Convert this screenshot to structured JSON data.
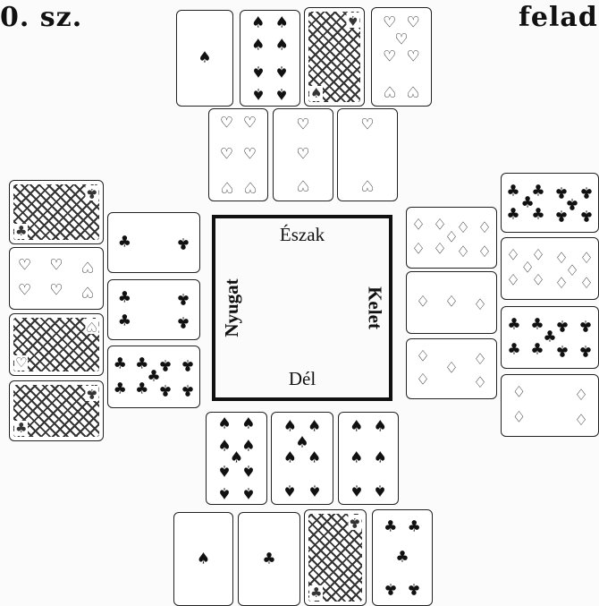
{
  "header": {
    "left": "0. sz.",
    "right": "felad"
  },
  "compass": {
    "north": "Észak",
    "south": "Dél",
    "west": "Nyugat",
    "east": "Kelet"
  },
  "hands": {
    "north": [
      {
        "suit": "spades",
        "rank": "A",
        "symbol": "♠"
      },
      {
        "suit": "spades",
        "rank": "8",
        "symbol": "♠"
      },
      {
        "suit": "spades",
        "rank": "K",
        "symbol": "♠"
      },
      {
        "suit": "hearts",
        "rank": "7",
        "symbol": "♡"
      },
      {
        "suit": "hearts",
        "rank": "6",
        "symbol": "♡"
      },
      {
        "suit": "hearts",
        "rank": "3",
        "symbol": "♡"
      },
      {
        "suit": "hearts",
        "rank": "2",
        "symbol": "♡"
      }
    ],
    "west": [
      {
        "suit": "clubs",
        "rank": "K",
        "symbol": "♣"
      },
      {
        "suit": "hearts",
        "rank": "6",
        "symbol": "♡"
      },
      {
        "suit": "hearts",
        "rank": "K",
        "symbol": "♡"
      },
      {
        "suit": "clubs",
        "rank": "Q",
        "symbol": "♣"
      },
      {
        "suit": "clubs",
        "rank": "2",
        "symbol": "♣"
      },
      {
        "suit": "clubs",
        "rank": "4",
        "symbol": "♣"
      },
      {
        "suit": "clubs",
        "rank": "9",
        "symbol": "♣"
      }
    ],
    "east": [
      {
        "suit": "diamonds",
        "rank": "9",
        "symbol": "♢"
      },
      {
        "suit": "diamonds",
        "rank": "3",
        "symbol": "♢"
      },
      {
        "suit": "diamonds",
        "rank": "5",
        "symbol": "♢"
      },
      {
        "suit": "clubs",
        "rank": "10",
        "symbol": "♣"
      },
      {
        "suit": "diamonds",
        "rank": "10",
        "symbol": "♢"
      },
      {
        "suit": "clubs",
        "rank": "9",
        "symbol": "♣"
      },
      {
        "suit": "diamonds",
        "rank": "4",
        "symbol": "♢"
      }
    ],
    "south": [
      {
        "suit": "spades",
        "rank": "9",
        "symbol": "♠"
      },
      {
        "suit": "spades",
        "rank": "7",
        "symbol": "♠"
      },
      {
        "suit": "spades",
        "rank": "6",
        "symbol": "♠"
      },
      {
        "suit": "spades",
        "rank": "A",
        "symbol": "♠"
      },
      {
        "suit": "clubs",
        "rank": "A",
        "symbol": "♣"
      },
      {
        "suit": "clubs",
        "rank": "J",
        "symbol": "♣"
      },
      {
        "suit": "clubs",
        "rank": "5",
        "symbol": "♣"
      }
    ]
  }
}
